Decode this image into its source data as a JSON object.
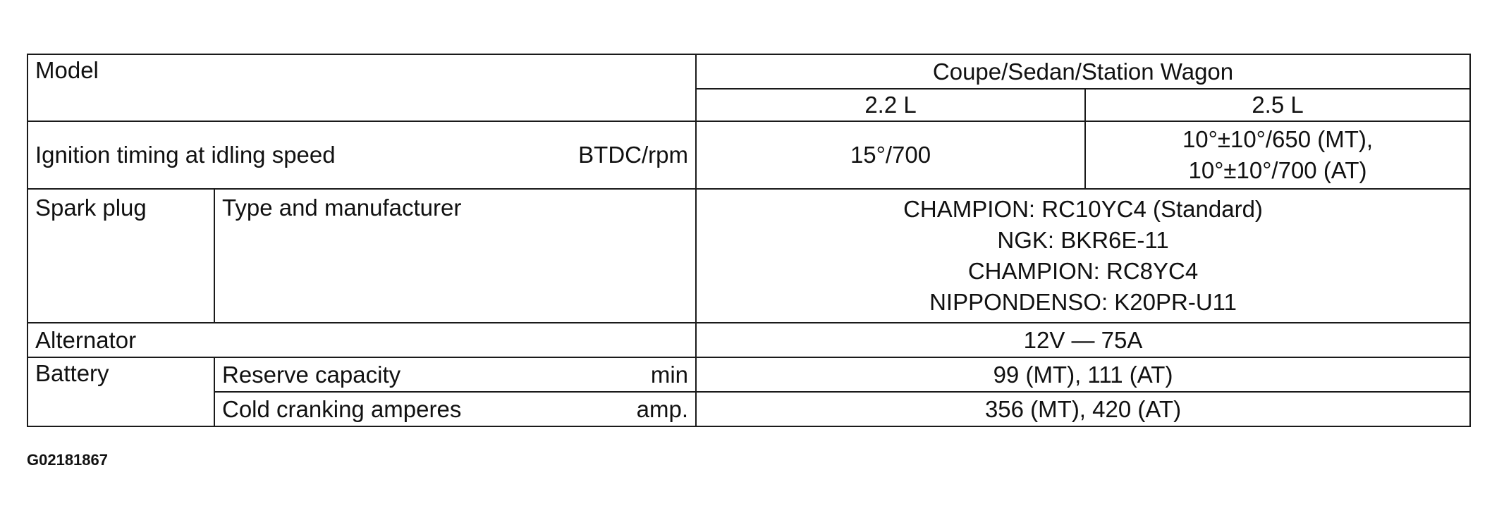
{
  "table": {
    "model_label": "Model",
    "model_group": "Coupe/Sedan/Station Wagon",
    "col_22": "2.2 L",
    "col_25": "2.5 L",
    "ignition": {
      "label": "Ignition timing at idling speed",
      "unit": "BTDC/rpm",
      "v22": "15°/700",
      "v25_line1": "10°±10°/650 (MT),",
      "v25_line2": "10°±10°/700 (AT)"
    },
    "spark": {
      "label": "Spark plug",
      "sub": "Type and manufacturer",
      "lines": [
        "CHAMPION: RC10YC4 (Standard)",
        "NGK: BKR6E-11",
        "CHAMPION: RC8YC4",
        "NIPPONDENSO: K20PR-U11"
      ]
    },
    "alternator": {
      "label": "Alternator",
      "value": "12V — 75A"
    },
    "battery": {
      "label": "Battery",
      "reserve_label": "Reserve capacity",
      "reserve_unit": "min",
      "reserve_value": "99 (MT), 111 (AT)",
      "cca_label": "Cold cranking amperes",
      "cca_unit": "amp.",
      "cca_value": "356 (MT), 420 (AT)"
    }
  },
  "figure_id": "G02181867"
}
